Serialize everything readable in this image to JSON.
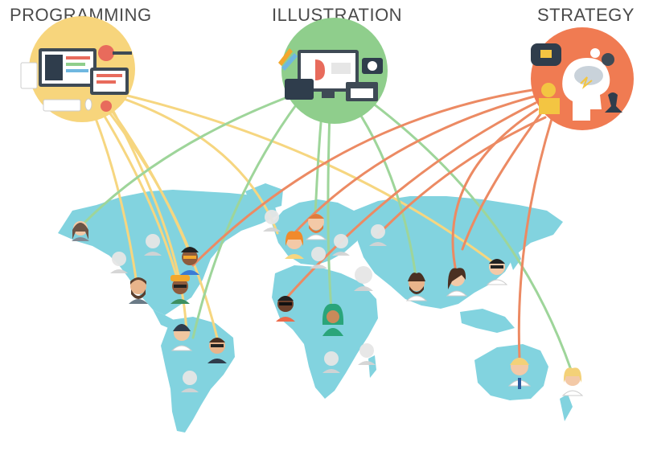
{
  "headings": {
    "programming": "PROGRAMMING",
    "illustration": "ILLUSTRATION",
    "strategy": "STRATEGY"
  },
  "colors": {
    "programming": "#f7d57c",
    "illustration": "#8fce8c",
    "strategy": "#f07b52",
    "map": "#82d3df",
    "line_programming": "#f6d680",
    "line_illustration": "#9ed59a",
    "line_strategy": "#ec8a63"
  },
  "icons": {
    "programming": "programming-devices-icon",
    "illustration": "illustration-tools-icon",
    "strategy": "strategy-mind-icon"
  }
}
